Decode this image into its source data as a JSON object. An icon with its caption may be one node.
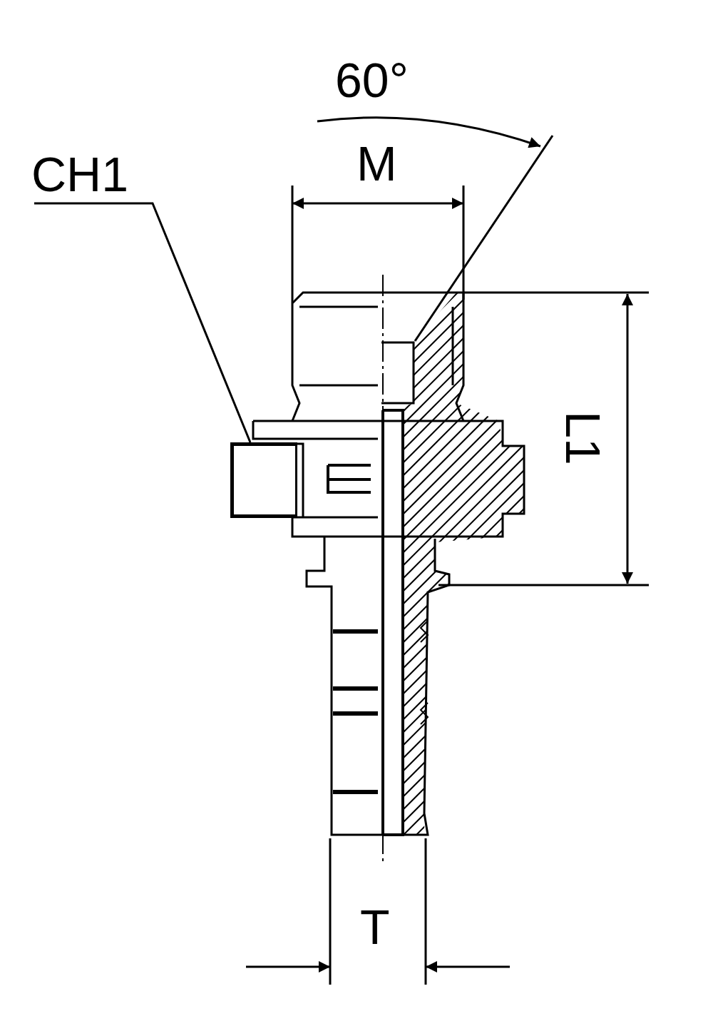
{
  "diagram": {
    "nodes": [
      {
        "text": [
          "CH1"
        ]
      },
      {
        "text": [],
        "shape": "box"
      }
    ],
    "edges": [
      {
        "from": 0,
        "to": 1,
        "arrow": "none"
      }
    ],
    "labels": [
      "60°",
      "M",
      "L1",
      "T"
    ]
  }
}
